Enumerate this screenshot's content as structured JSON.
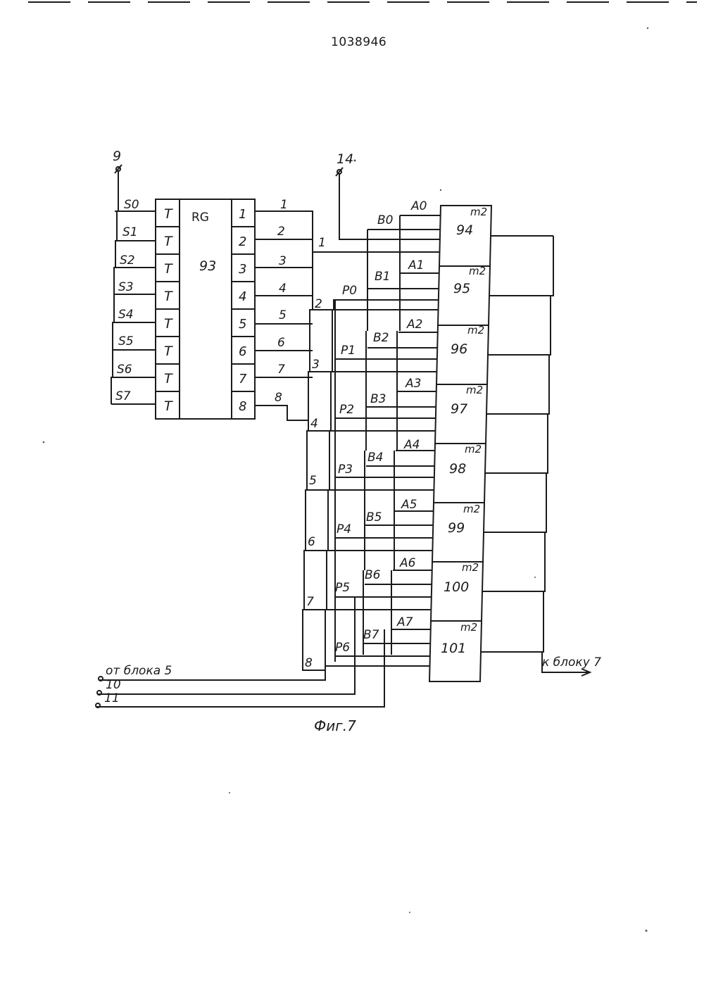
{
  "page": {
    "patent_number": "1038946",
    "caption": "Фиг.7"
  },
  "inputs": {
    "top_left": "9",
    "top_mid": "14"
  },
  "register": {
    "name": "RG",
    "number": "93",
    "s_labels": [
      "S0",
      "S1",
      "S2",
      "S3",
      "S4",
      "S5",
      "S6",
      "S7"
    ],
    "cell_label": "T",
    "outputs": [
      "1",
      "2",
      "3",
      "4",
      "5",
      "6",
      "7",
      "8"
    ]
  },
  "bus": {
    "line_labels": [
      "1",
      "2",
      "3",
      "4",
      "5",
      "6",
      "7",
      "8"
    ],
    "p_labels": [
      "P0",
      "P1",
      "P2",
      "P3",
      "P4",
      "P5",
      "P6"
    ],
    "b_labels": [
      "B0",
      "B1",
      "B2",
      "B3",
      "B4",
      "B5",
      "B6",
      "B7"
    ],
    "a_labels": [
      "A0",
      "A1",
      "A2",
      "A3",
      "A4",
      "A5",
      "A6",
      "A7"
    ]
  },
  "blocks": {
    "type_label": "m2",
    "numbers": [
      "94",
      "95",
      "96",
      "97",
      "98",
      "99",
      "100",
      "101"
    ]
  },
  "bottom_inputs": {
    "from_block": "от блока 5",
    "terminal_10": "10",
    "terminal_11": "11"
  },
  "output_label": "к блоку 7"
}
